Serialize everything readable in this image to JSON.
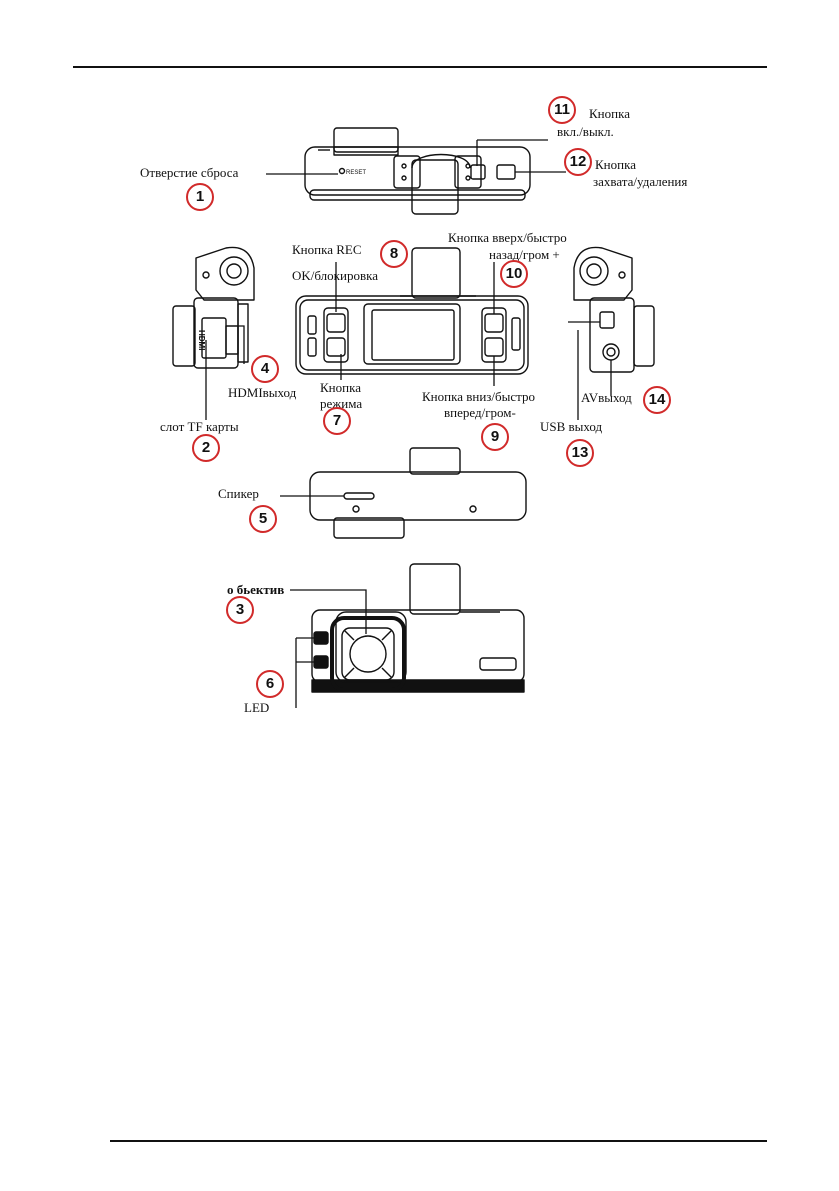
{
  "labels": {
    "reset": "Отверстие сброса",
    "power_1": "Кнопка",
    "power_2": "вкл./выкл.",
    "capture_1": "Кнопка",
    "capture_2": "захвата/удаления",
    "rec": "Кнопка REC",
    "up_1": "Кнопка вверх/быстро",
    "up_2": "назад/гром +",
    "ok": "OK/блокировка",
    "hdmi": "HDMIвыход",
    "mode_1": "Кнопка",
    "mode_2": "режима",
    "down_1": "Кнопка вниз/быстро",
    "down_2": "вперед/гром-",
    "av": "AVвыход",
    "tf": "слот TF карты",
    "usb": "USB выход",
    "speaker": "Спикер",
    "lens": "о бьектив",
    "led": "LED",
    "reset_mark": "RESET",
    "hdmi_mark": "HDMI"
  },
  "badges": [
    "1",
    "2",
    "3",
    "4",
    "5",
    "6",
    "7",
    "8",
    "9",
    "10",
    "11",
    "12",
    "13",
    "14"
  ],
  "colors": {
    "badge_ring": "#d12a2a",
    "line": "#111111"
  }
}
